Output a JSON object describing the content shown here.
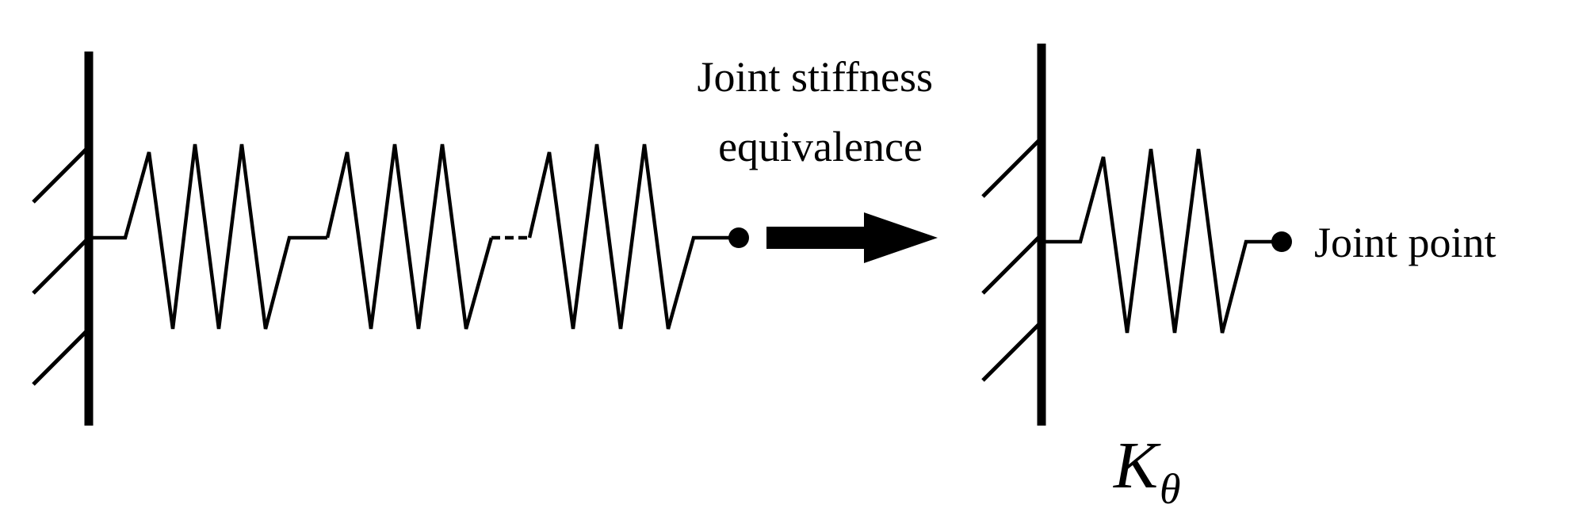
{
  "labels": {
    "transform": "Joint stiffness equivalence",
    "transform_line1": "Joint stiffness",
    "transform_line2": "equivalence",
    "endpoint": "Joint point",
    "stiffness_symbol": "K",
    "stiffness_subscript": "θ"
  },
  "colors": {
    "ink": "#000000",
    "background": "#ffffff"
  }
}
